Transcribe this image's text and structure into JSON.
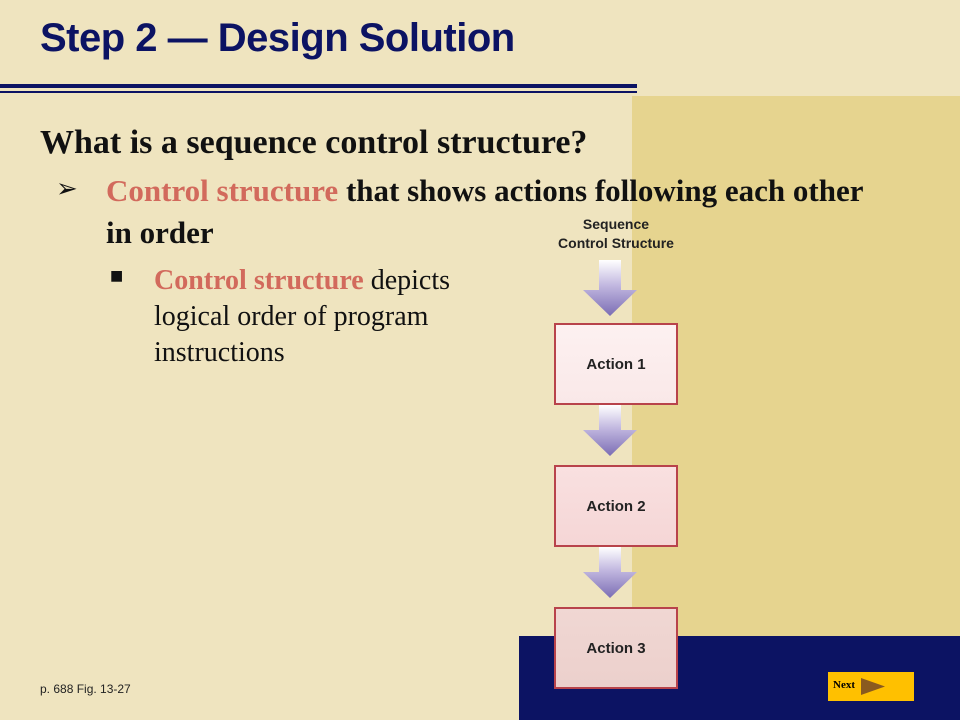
{
  "slide": {
    "title": "Step 2 — Design Solution",
    "heading": "What is a sequence control structure?",
    "bullet1": {
      "accent": "Control structure",
      "rest": " that shows actions following each other in order"
    },
    "bullet2": {
      "accent": "Control structure",
      "rest": " depicts logical order of program instructions"
    },
    "caption": "p. 688 Fig. 13-27",
    "next_label": "Next"
  },
  "figure": {
    "title_line1": "Sequence",
    "title_line2": "Control Structure",
    "actions": [
      "Action 1",
      "Action 2",
      "Action 3"
    ]
  },
  "colors": {
    "background": "#efe4bf",
    "panel": "#e6d48f",
    "navy": "#0c1363",
    "accent": "#d26a5c",
    "button": "#ffc000",
    "arrow": "#8f82c0",
    "box_border": "#b8434b"
  }
}
